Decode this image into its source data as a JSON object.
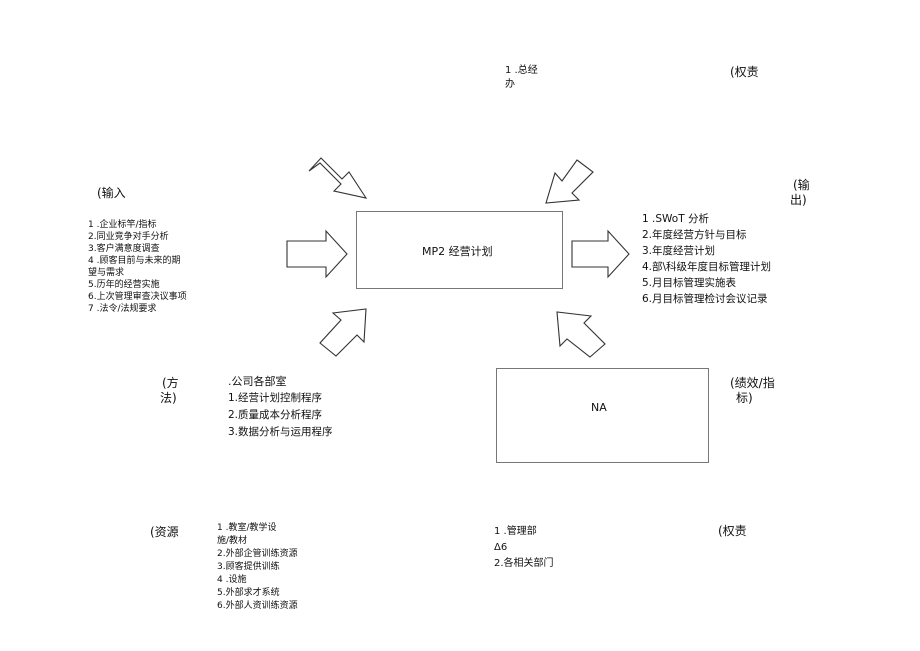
{
  "top_owner": {
    "line1": "1        .总经",
    "line2": "办"
  },
  "top_authority": "(权责",
  "input_heading": "(输入",
  "output_heading": {
    "line1": "(输",
    "line2": "出)"
  },
  "inputs": [
    "1         .企业标竿/指标",
    "2.同业竞争对手分析",
    "3.客户满意度调查",
    "4         .顾客目前与未来的期",
    "望与需求",
    "5.历年的经营实施",
    "6.上次管理审查决议事项",
    "7          .法令/法规要求"
  ],
  "process_box": {
    "label": "MP2   经营计划"
  },
  "outputs": [
    "1         .SWoT 分析",
    "2.年度经营方针与目标",
    "3.年度经营计划",
    "4.部\\科级年度目标管理计划",
    "5.月目标管理实施表",
    "6.月目标管理检讨会议记录"
  ],
  "method_heading": {
    "line1": "(方",
    "line2": "法)"
  },
  "methods_owner": ".公司各部室",
  "methods": [
    "1.经营计划控制程序",
    "2.质量成本分析程序",
    "3.数据分析与运用程序"
  ],
  "kpi_box": {
    "label": "NA"
  },
  "kpi_heading": {
    "line1": "(绩效/指",
    "line2": "标)"
  },
  "resource_heading": "(资源",
  "resources": [
    "1          .教室/教学设",
    "施/教材",
    "2.外部企管训练资源",
    "3.顾客提供训练",
    "4          .设施",
    "5.外部求才系统",
    "6.外部人资训练资源"
  ],
  "responsibility": [
    "1         .管理部",
    "Δ6",
    "2.各相关部门"
  ],
  "bottom_authority": "(权责"
}
